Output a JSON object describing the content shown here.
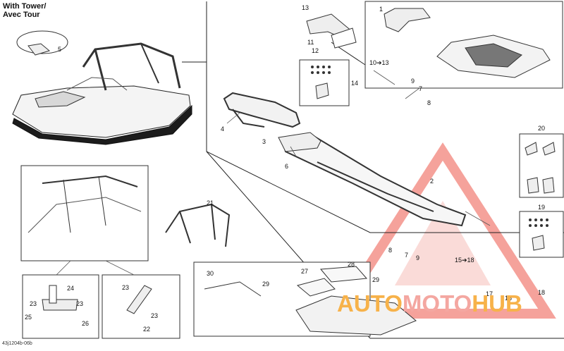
{
  "header": {
    "title_line1": "With Tower/",
    "title_line2": "Avec Tour"
  },
  "part_labels": {
    "p1": "1",
    "p2": "2",
    "p3": "3",
    "p4": "4",
    "p5": "5",
    "p6": "6",
    "p7a": "7",
    "p7b": "7",
    "p8a": "8",
    "p8b": "8",
    "p9a": "9",
    "p9b": "9",
    "p10_13": "10➔13",
    "p11": "11",
    "p12": "12",
    "p13": "13",
    "p14": "14",
    "p15_18": "15➔18",
    "p16": "16",
    "p17": "17",
    "p18": "18",
    "p19": "19",
    "p20": "20",
    "p21": "21",
    "p22": "22",
    "p23a": "23",
    "p23b": "23",
    "p23c": "23",
    "p23d": "23",
    "p24": "24",
    "p25": "25",
    "p26": "26",
    "p27": "27",
    "p28": "28",
    "p29a": "29",
    "p29b": "29",
    "p30": "30"
  },
  "diagram_code": "43j1204b-06b",
  "watermark": {
    "part1": "AUTO",
    "part2": "MOTO",
    "part3": "HUB",
    "color_primary": "#f4a7a1",
    "color_secondary": "#f7b24a"
  }
}
